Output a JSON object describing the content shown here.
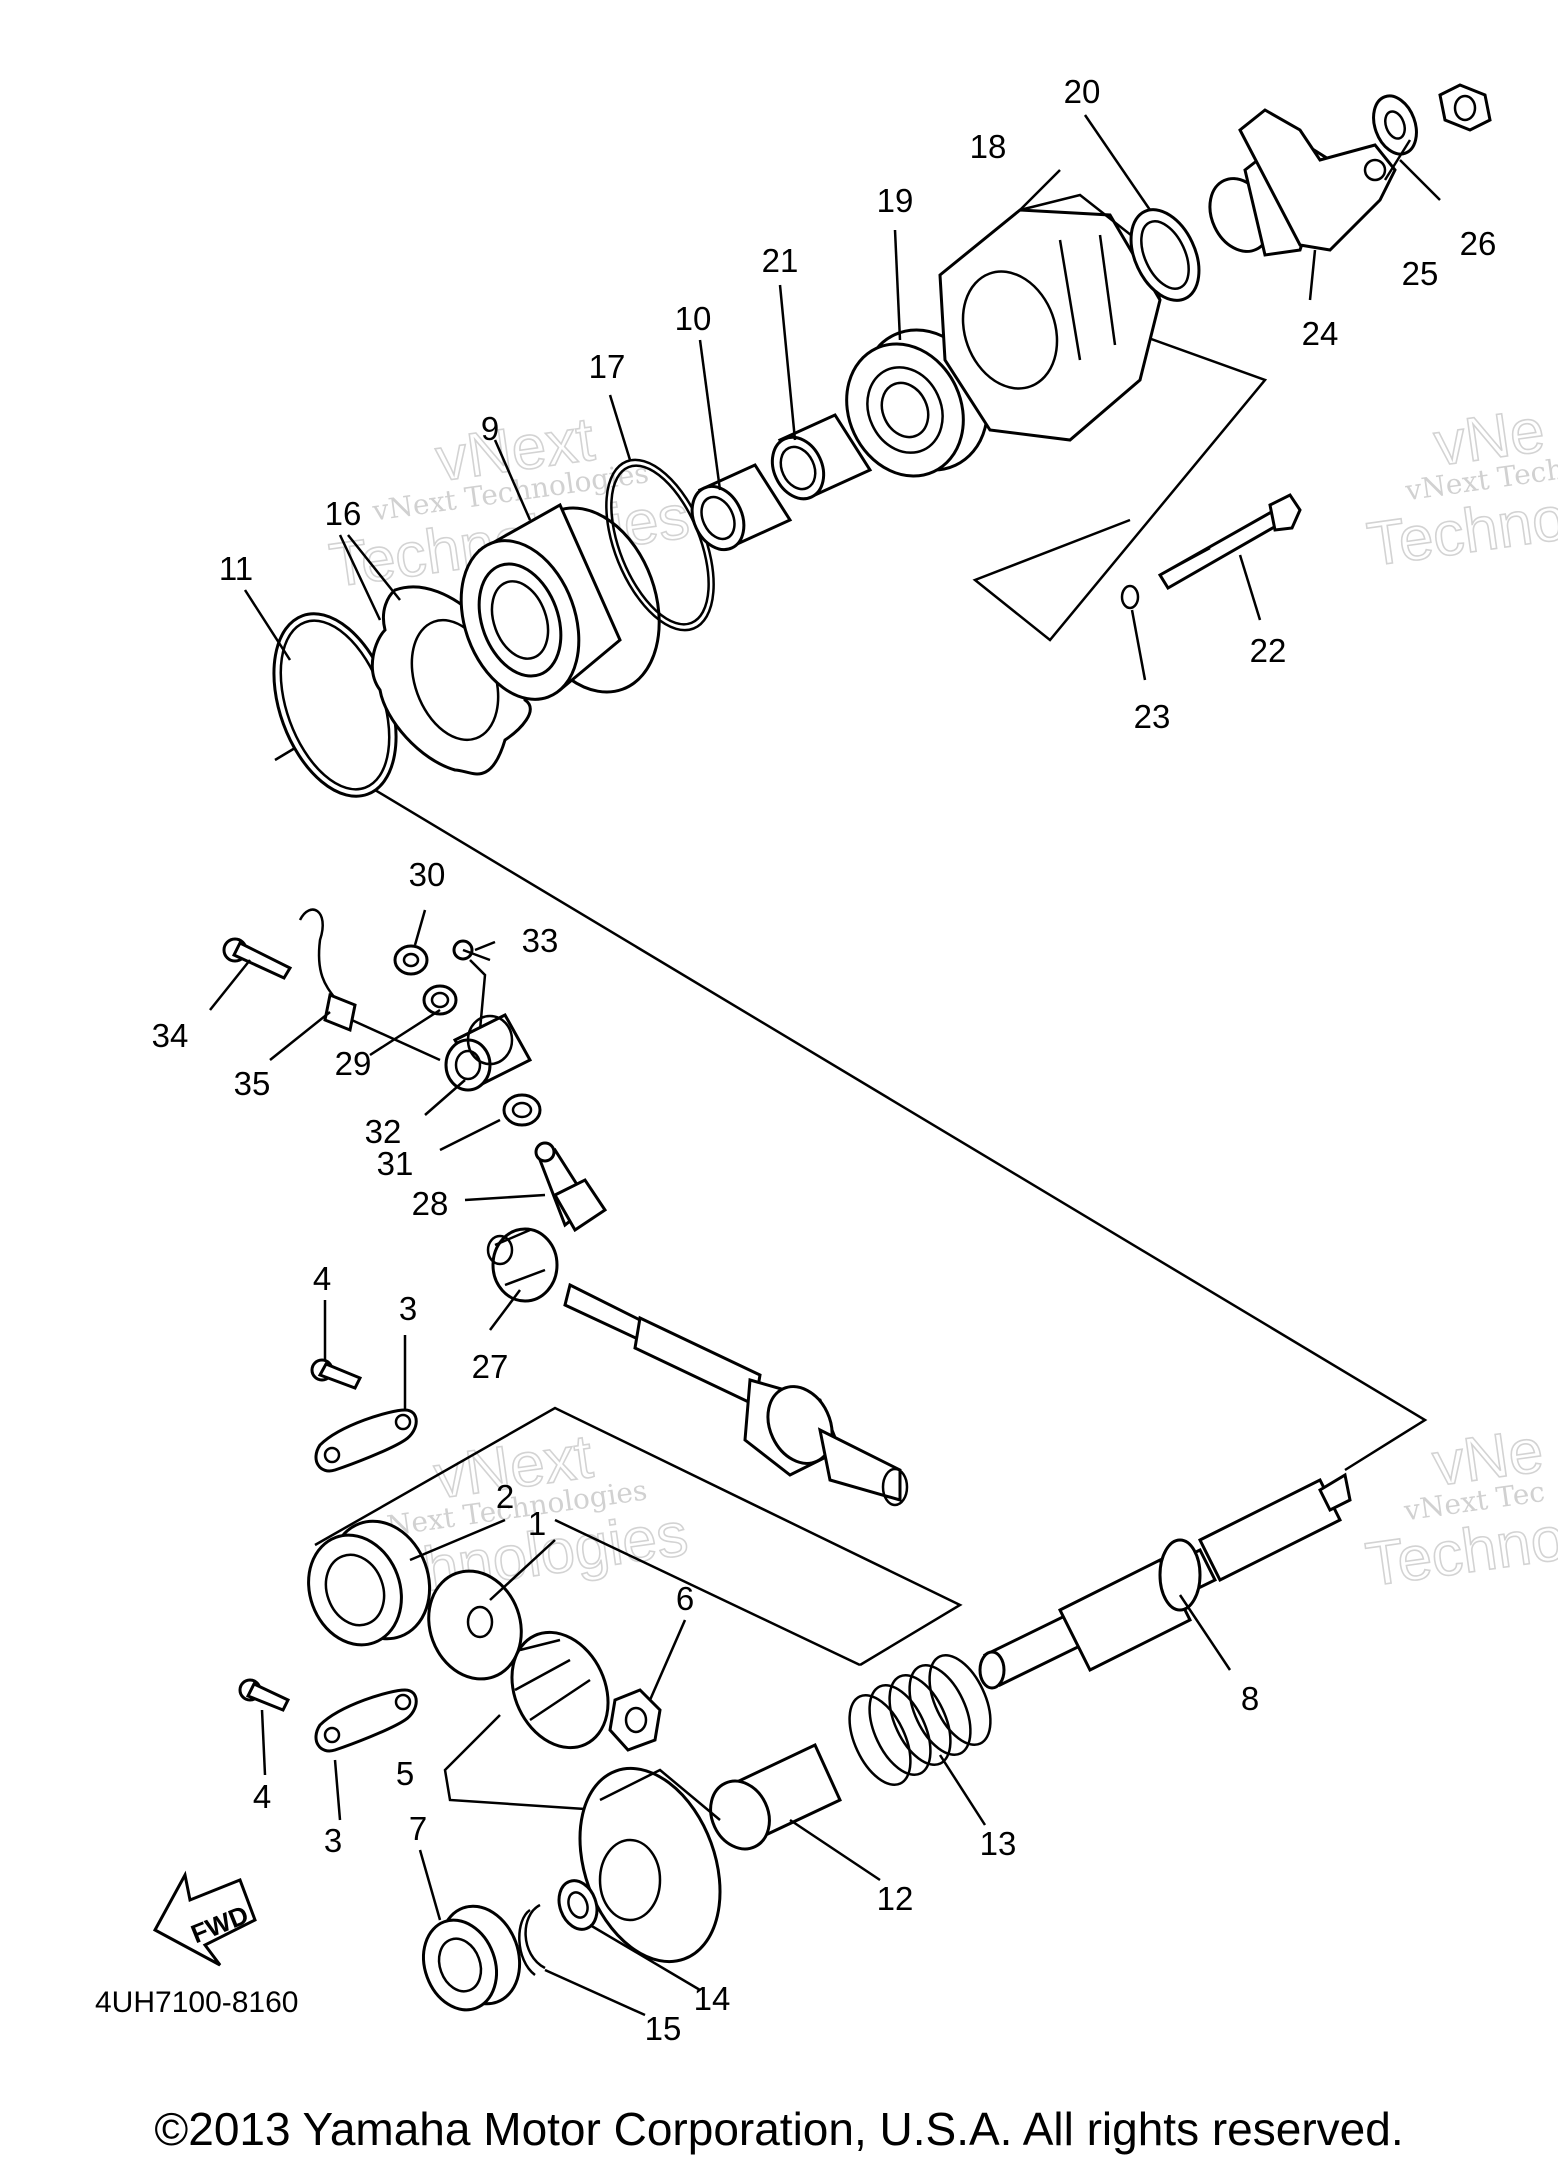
{
  "diagram": {
    "callouts": [
      {
        "num": "1"
      },
      {
        "num": "2"
      },
      {
        "num": "3"
      },
      {
        "num": "3"
      },
      {
        "num": "4"
      },
      {
        "num": "4"
      },
      {
        "num": "5"
      },
      {
        "num": "6"
      },
      {
        "num": "7"
      },
      {
        "num": "8"
      },
      {
        "num": "9"
      },
      {
        "num": "10"
      },
      {
        "num": "11"
      },
      {
        "num": "12"
      },
      {
        "num": "13"
      },
      {
        "num": "14"
      },
      {
        "num": "15"
      },
      {
        "num": "16"
      },
      {
        "num": "17"
      },
      {
        "num": "18"
      },
      {
        "num": "19"
      },
      {
        "num": "20"
      },
      {
        "num": "21"
      },
      {
        "num": "22"
      },
      {
        "num": "23"
      },
      {
        "num": "24"
      },
      {
        "num": "25"
      },
      {
        "num": "26"
      },
      {
        "num": "27"
      },
      {
        "num": "28"
      },
      {
        "num": "29"
      },
      {
        "num": "30"
      },
      {
        "num": "31"
      },
      {
        "num": "32"
      },
      {
        "num": "33"
      },
      {
        "num": "34"
      },
      {
        "num": "35"
      }
    ],
    "fwd_label": "FWD",
    "part_code": "4UH7100-8160",
    "watermarks": [
      {
        "line1": "vNext Technologies",
        "line2": "vNext",
        "line3": "Technologies"
      },
      {
        "line1": "vNext Tech",
        "line2": "vNe",
        "line3": "Techno"
      },
      {
        "line1": "vNext Technologies",
        "line2": "vNext",
        "line3": "Technologies"
      },
      {
        "line1": "vNext Tec",
        "line2": "vNe",
        "line3": "Techno"
      }
    ]
  },
  "footer": {
    "copyright": "©2013 Yamaha Motor Corporation, U.S.A. All rights reserved."
  }
}
